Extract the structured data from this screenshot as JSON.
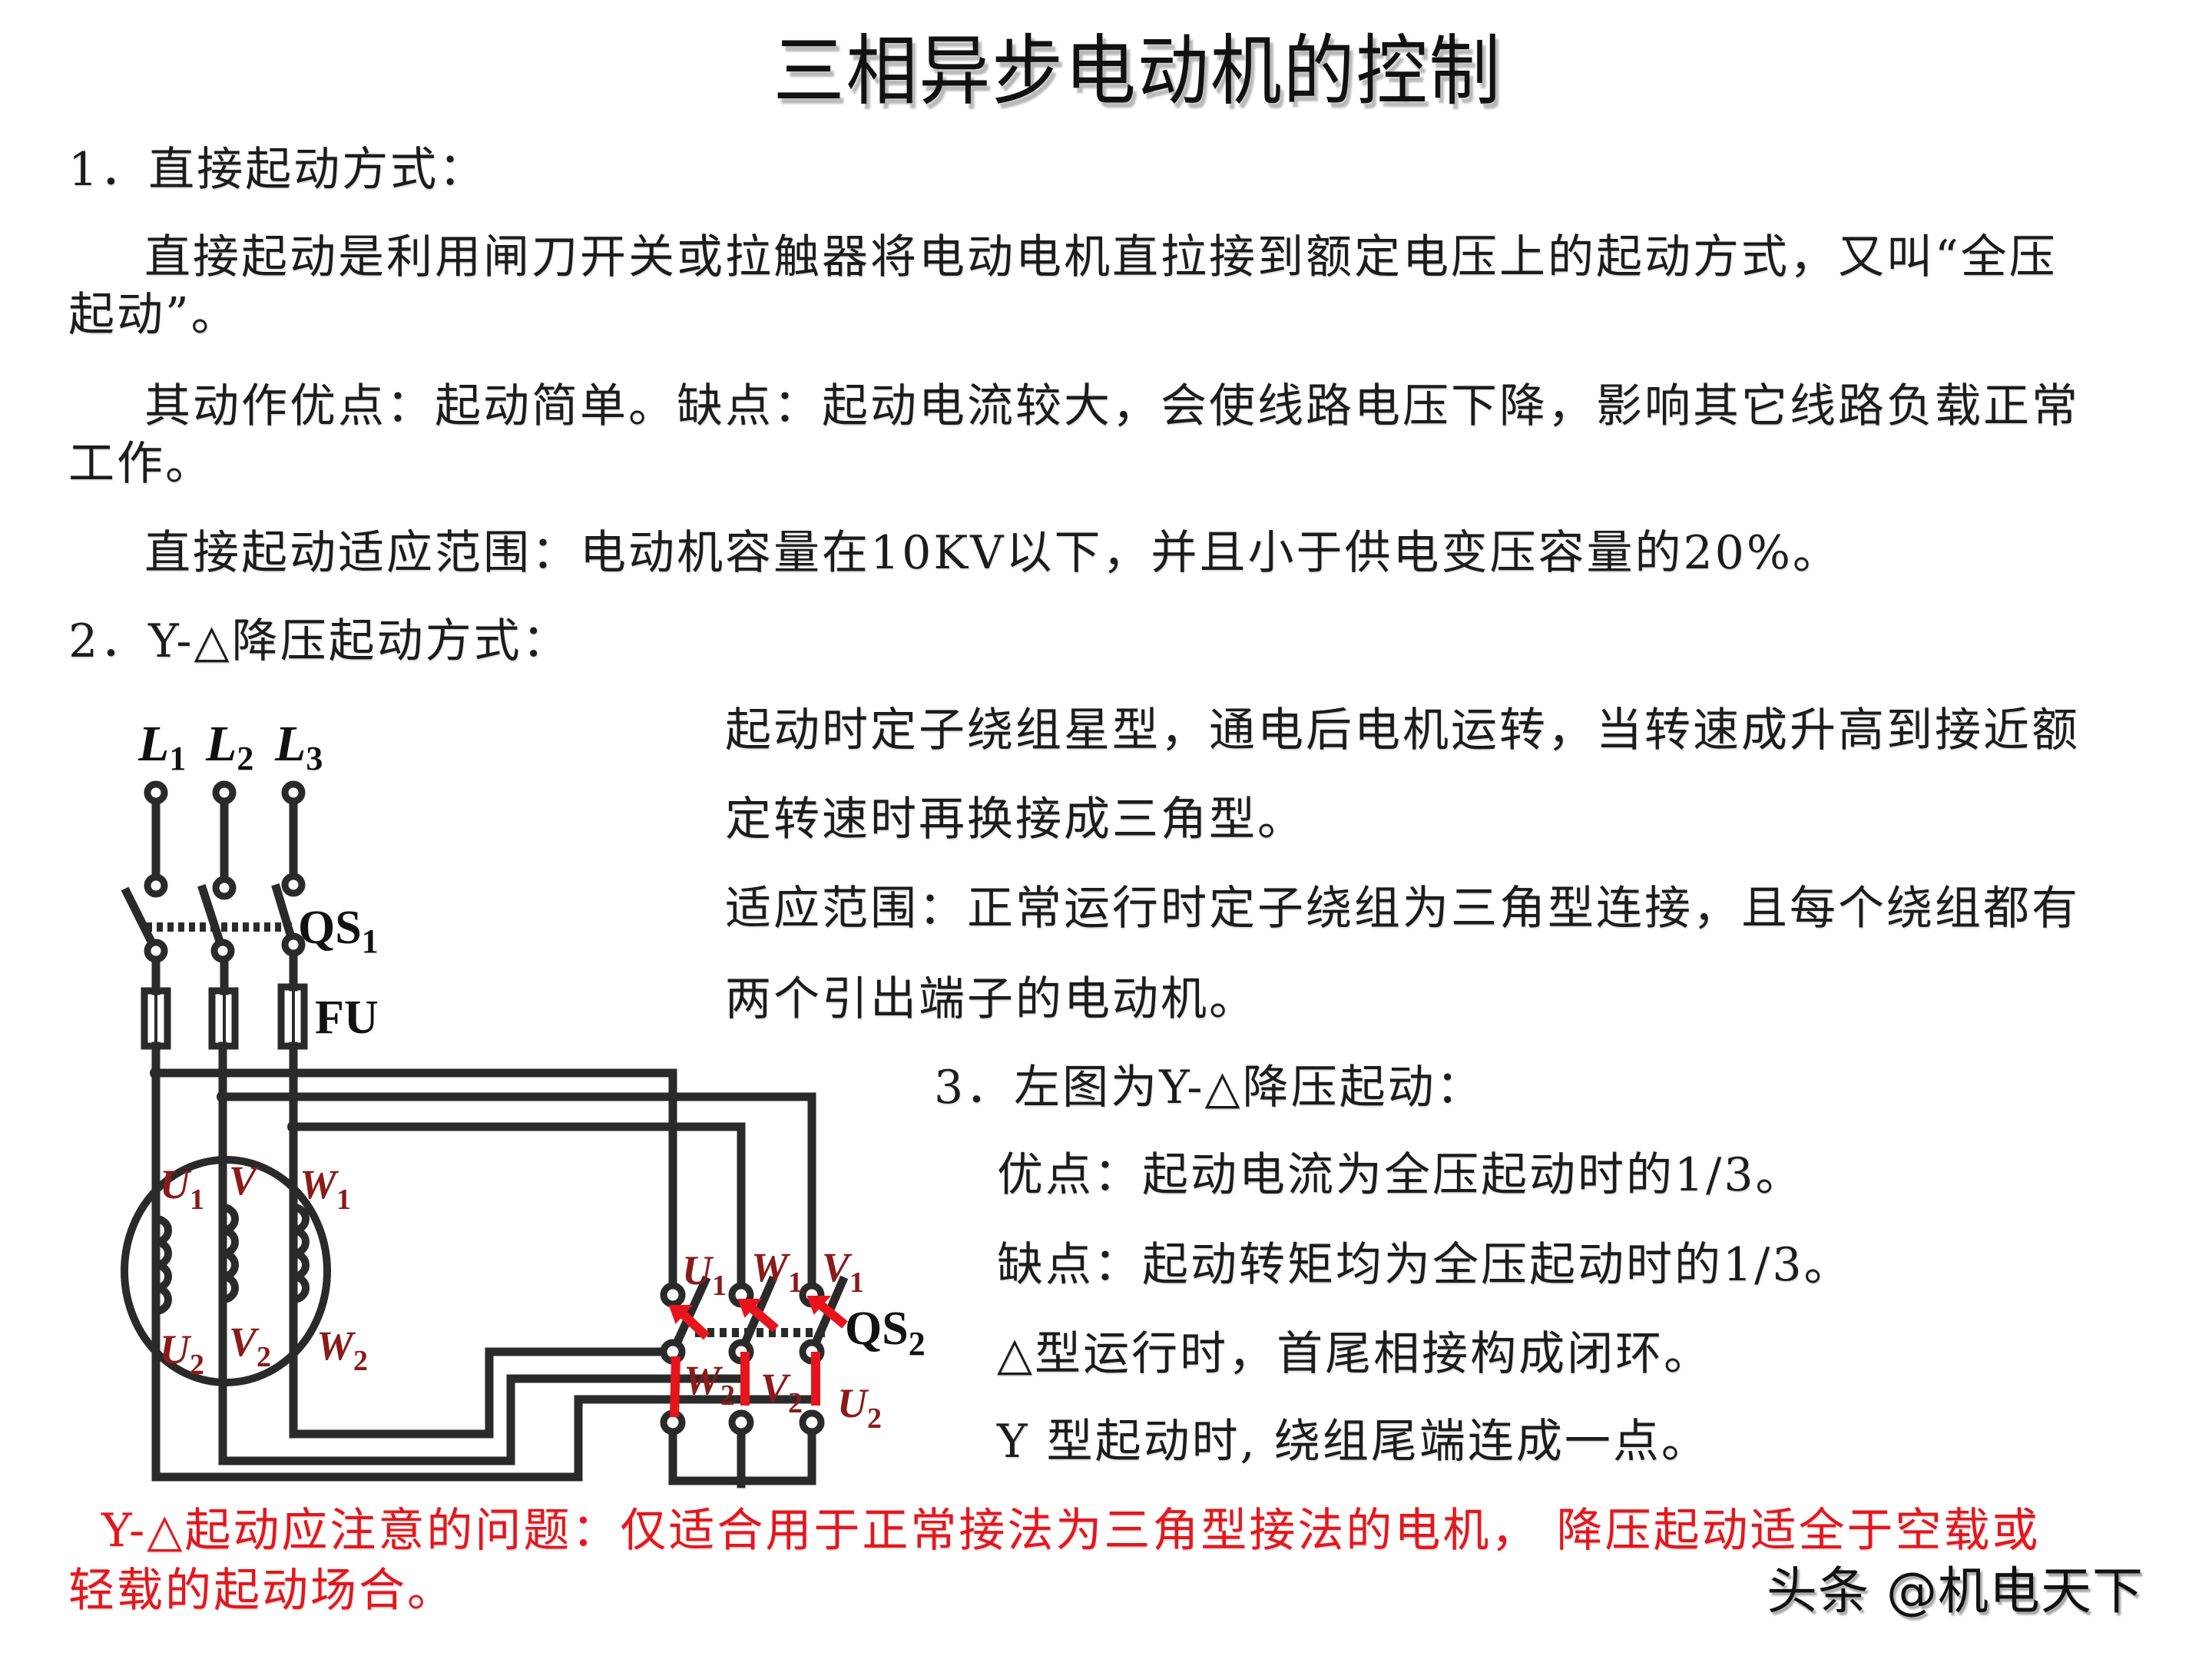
{
  "title": "三相异步电动机的控制",
  "section1": {
    "heading": "1．直接起动方式：",
    "para1_line1": "直接起动是利用闸刀开关或拉触器将电动电机直拉接到额定电压上的起动方式，又叫“全压",
    "para1_line2": "起动”。",
    "para2_line1": "其动作优点：起动简单。缺点：起动电流较大，会使线路电压下降，影响其它线路负载正常",
    "para2_line2": "工作。",
    "para3": "直接起动适应范围：电动机容量在10KV以下，并且小于供电变压容量的20%。"
  },
  "section2": {
    "heading": "2．Y-△降压起动方式：",
    "desc_line1": "起动时定子绕组星型，通电后电机运转，当转速成升高到接近额",
    "desc_line2": "定转速时再换接成三角型。",
    "scope_line1": "适应范围：正常运行时定子绕组为三角型连接，且每个绕组都有",
    "scope_line2": "两个引出端子的电动机。"
  },
  "section3": {
    "heading": "3．左图为Y-△降压起动：",
    "advantage": "优点：起动电流为全压起动时的1/3。",
    "disadvantage": "缺点：起动转矩均为全压起动时的1/3。",
    "delta_note": "△型运行时，首尾相接构成闭环。",
    "star_note": "Y 型起动时, 绕组尾端连成一点。"
  },
  "warning": {
    "line1": "Y-△起动应注意的问题：仅适合用于正常接法为三角型接法的电机， 降压起动适全于空载或",
    "line2": "轻载的起动场合。"
  },
  "watermark": "头条 @机电天下",
  "diagram": {
    "supply_labels": [
      {
        "main": "L",
        "sub": "1"
      },
      {
        "main": "L",
        "sub": "2"
      },
      {
        "main": "L",
        "sub": "3"
      }
    ],
    "switch1_label": {
      "main": "QS",
      "sub": "1"
    },
    "fuse_label": "FU",
    "switch2_label": {
      "main": "QS",
      "sub": "2"
    },
    "motor_terminals_top": [
      {
        "main": "U",
        "sub": "1"
      },
      {
        "main": "V",
        "sub": ""
      },
      {
        "main": "W",
        "sub": "1"
      }
    ],
    "motor_terminals_bottom": [
      {
        "main": "U",
        "sub": "2"
      },
      {
        "main": "V",
        "sub": "2"
      },
      {
        "main": "W",
        "sub": "2"
      }
    ],
    "switch2_top_labels": [
      {
        "main": "U",
        "sub": "1"
      },
      {
        "main": "W",
        "sub": "1"
      },
      {
        "main": "V",
        "sub": "1"
      }
    ],
    "switch2_bottom_labels": [
      {
        "main": "W",
        "sub": "2"
      },
      {
        "main": "V",
        "sub": "2"
      },
      {
        "main": "U",
        "sub": "2"
      }
    ],
    "colors": {
      "wire": "#2a2a2a",
      "label": "#8b1a1a",
      "active": "#e8141c"
    }
  }
}
